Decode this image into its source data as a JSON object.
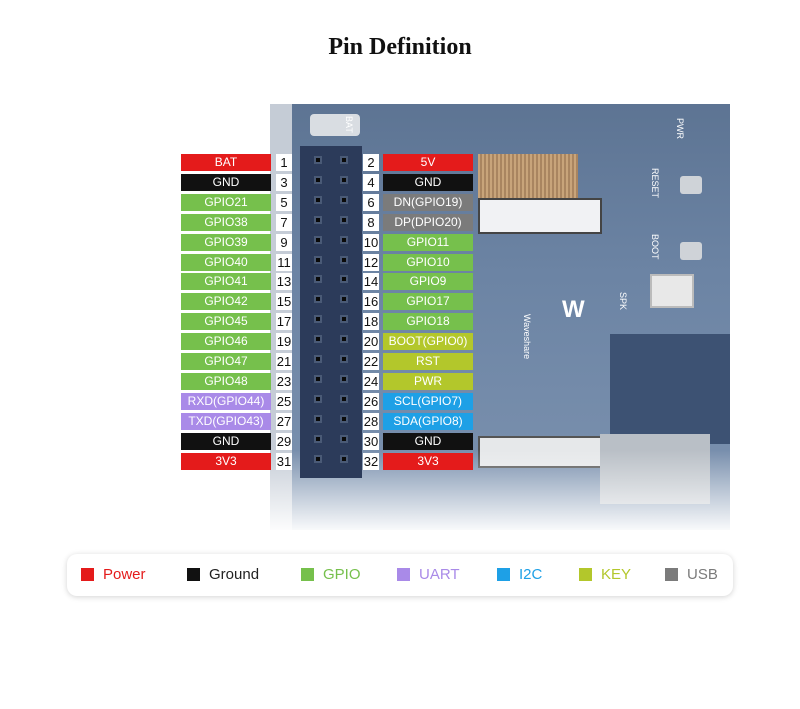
{
  "title": "Pin Definition",
  "colors": {
    "power": "#e41b1b",
    "ground": "#111111",
    "gpio": "#76c04c",
    "uart": "#a98ae8",
    "i2c": "#1ea0e6",
    "key": "#b3c72b",
    "usb": "#7b7b7b"
  },
  "board": {
    "silk_bat": "BAT",
    "silk_pwr": "PWR",
    "silk_reset": "RESET",
    "silk_boot": "BOOT",
    "silk_spk": "SPK",
    "brand": "Waveshare"
  },
  "left_pins": [
    {
      "num": "1",
      "label": "BAT",
      "type": "power"
    },
    {
      "num": "3",
      "label": "GND",
      "type": "ground"
    },
    {
      "num": "5",
      "label": "GPIO21",
      "type": "gpio"
    },
    {
      "num": "7",
      "label": "GPIO38",
      "type": "gpio"
    },
    {
      "num": "9",
      "label": "GPIO39",
      "type": "gpio"
    },
    {
      "num": "11",
      "label": "GPIO40",
      "type": "gpio"
    },
    {
      "num": "13",
      "label": "GPIO41",
      "type": "gpio"
    },
    {
      "num": "15",
      "label": "GPIO42",
      "type": "gpio"
    },
    {
      "num": "17",
      "label": "GPIO45",
      "type": "gpio"
    },
    {
      "num": "19",
      "label": "GPIO46",
      "type": "gpio"
    },
    {
      "num": "21",
      "label": "GPIO47",
      "type": "gpio"
    },
    {
      "num": "23",
      "label": "GPIO48",
      "type": "gpio"
    },
    {
      "num": "25",
      "label": "RXD(GPIO44)",
      "type": "uart"
    },
    {
      "num": "27",
      "label": "TXD(GPIO43)",
      "type": "uart"
    },
    {
      "num": "29",
      "label": "GND",
      "type": "ground"
    },
    {
      "num": "31",
      "label": "3V3",
      "type": "power"
    }
  ],
  "right_pins": [
    {
      "num": "2",
      "label": "5V",
      "type": "power"
    },
    {
      "num": "4",
      "label": "GND",
      "type": "ground"
    },
    {
      "num": "6",
      "label": "DN(GPIO19)",
      "type": "usb"
    },
    {
      "num": "8",
      "label": "DP(DPIO20)",
      "type": "usb"
    },
    {
      "num": "10",
      "label": "GPIO11",
      "type": "gpio"
    },
    {
      "num": "12",
      "label": "GPIO10",
      "type": "gpio"
    },
    {
      "num": "14",
      "label": "GPIO9",
      "type": "gpio"
    },
    {
      "num": "16",
      "label": "GPIO17",
      "type": "gpio"
    },
    {
      "num": "18",
      "label": "GPIO18",
      "type": "gpio"
    },
    {
      "num": "20",
      "label": "BOOT(GPIO0)",
      "type": "key"
    },
    {
      "num": "22",
      "label": "RST",
      "type": "key"
    },
    {
      "num": "24",
      "label": "PWR",
      "type": "key"
    },
    {
      "num": "26",
      "label": "SCL(GPIO7)",
      "type": "i2c"
    },
    {
      "num": "28",
      "label": "SDA(GPIO8)",
      "type": "i2c"
    },
    {
      "num": "30",
      "label": "GND",
      "type": "ground"
    },
    {
      "num": "32",
      "label": "3V3",
      "type": "power"
    }
  ],
  "legend": [
    {
      "label": "Power",
      "type": "power"
    },
    {
      "label": "Ground",
      "type": "ground"
    },
    {
      "label": "GPIO",
      "type": "gpio"
    },
    {
      "label": "UART",
      "type": "uart"
    },
    {
      "label": "I2C",
      "type": "i2c"
    },
    {
      "label": "KEY",
      "type": "key"
    },
    {
      "label": "USB",
      "type": "usb"
    }
  ]
}
